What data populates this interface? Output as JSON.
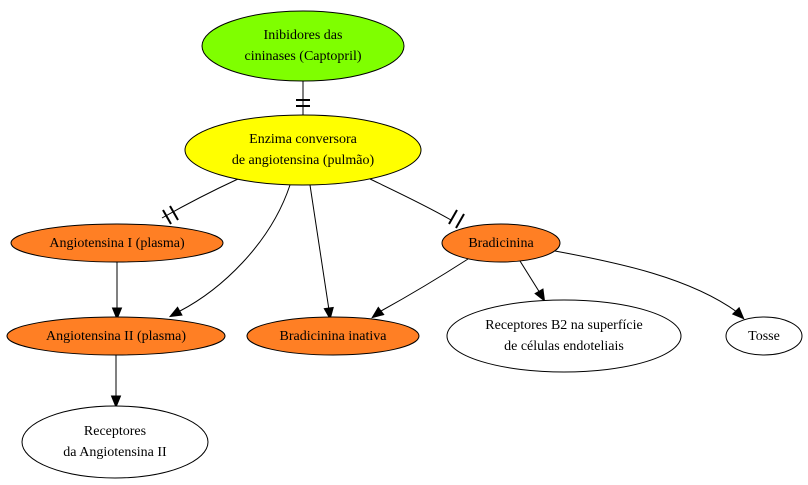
{
  "colors": {
    "green": "#7fff00",
    "yellow": "#ffff00",
    "orange": "#ff7f24",
    "white": "#ffffff"
  },
  "nodes": {
    "captopril": {
      "lines": [
        "Inibidores das",
        "cininases (Captopril)"
      ],
      "fill": "green"
    },
    "eca": {
      "lines": [
        "Enzima conversora",
        "de angiotensina (pulmão)"
      ],
      "fill": "yellow"
    },
    "ang1": {
      "lines": [
        "Angiotensina I (plasma)"
      ],
      "fill": "orange"
    },
    "bradicinina": {
      "lines": [
        "Bradicinina"
      ],
      "fill": "orange"
    },
    "ang2": {
      "lines": [
        "Angiotensina II (plasma)"
      ],
      "fill": "orange"
    },
    "bradicinina_inativa": {
      "lines": [
        "Bradicinina inativa"
      ],
      "fill": "orange"
    },
    "receptores_b2": {
      "lines": [
        "Receptores B2 na superfície",
        "de células endoteliais"
      ],
      "fill": "white"
    },
    "tosse": {
      "lines": [
        "Tosse"
      ],
      "fill": "white"
    },
    "receptores_ang2": {
      "lines": [
        "Receptores",
        "da Angiotensina II"
      ],
      "fill": "white"
    }
  },
  "edges": [
    {
      "from": "captopril",
      "to": "eca",
      "style": "inhibit"
    },
    {
      "from": "eca",
      "to": "ang1",
      "style": "inhibit"
    },
    {
      "from": "eca",
      "to": "bradicinina",
      "style": "inhibit"
    },
    {
      "from": "eca",
      "to": "ang2",
      "style": "arrow"
    },
    {
      "from": "eca",
      "to": "bradicinina_inativa",
      "style": "arrow"
    },
    {
      "from": "ang1",
      "to": "ang2",
      "style": "arrow"
    },
    {
      "from": "ang2",
      "to": "receptores_ang2",
      "style": "arrow"
    },
    {
      "from": "bradicinina",
      "to": "bradicinina_inativa",
      "style": "arrow"
    },
    {
      "from": "bradicinina",
      "to": "receptores_b2",
      "style": "arrow"
    },
    {
      "from": "bradicinina",
      "to": "tosse",
      "style": "arrow"
    }
  ]
}
